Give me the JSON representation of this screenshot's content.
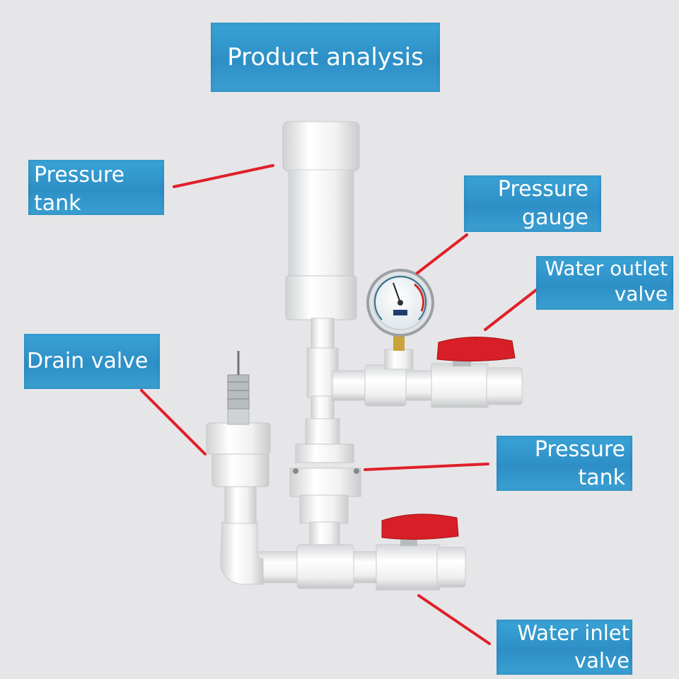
{
  "title": "Product analysis",
  "labels": {
    "pressure_tank_top": [
      "Pressure",
      "tank"
    ],
    "pressure_gauge": [
      "Pressure",
      "gauge"
    ],
    "water_outlet_valve": [
      "Water outlet",
      "valve"
    ],
    "drain_valve": "Drain valve",
    "pressure_tank_bottom": [
      "Pressure",
      "tank"
    ],
    "water_inlet_valve": [
      "Water inlet",
      "valve"
    ]
  },
  "colors": {
    "background": "#e6e6e8",
    "label_blue": "#2d8fc6",
    "leader_line": "#e0202a",
    "pipe_white": "#f4f4f4",
    "valve_handle_red": "#d81e26"
  }
}
